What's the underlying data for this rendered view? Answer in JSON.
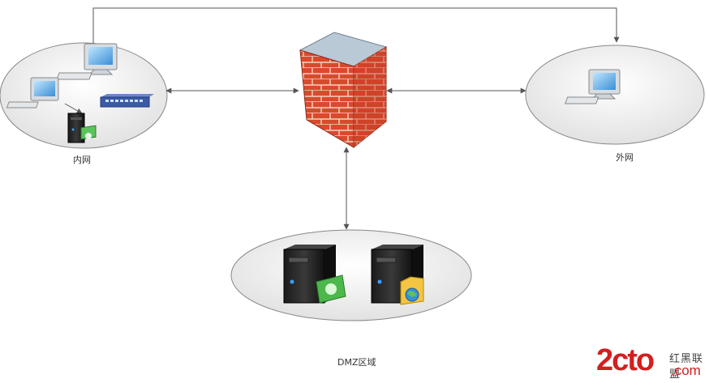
{
  "zones": {
    "intranet": {
      "label": "内网"
    },
    "internet": {
      "label": "外网"
    },
    "dmz": {
      "label": "DMZ区域"
    }
  },
  "watermark": {
    "logo": "2cto",
    "name": "红黑联盟",
    "suffix": ".com"
  },
  "icons": [
    "desktop-computer-icon",
    "laptop-icon",
    "network-switch-icon",
    "web-server-icon",
    "file-server-icon",
    "firewall-icon"
  ],
  "colors": {
    "zone_fill": "#eeeeee",
    "zone_stroke": "#888888",
    "firewall_brick": "#d9432a",
    "arrow": "#555555",
    "watermark": "#d21f1f"
  }
}
